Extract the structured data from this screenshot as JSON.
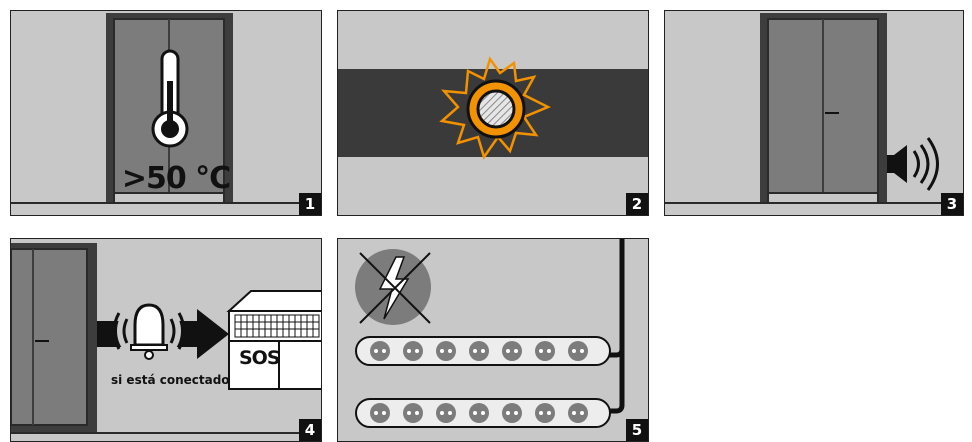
{
  "panels": [
    {
      "number": "1",
      "label": ">50 °C"
    },
    {
      "number": "2"
    },
    {
      "number": "3"
    },
    {
      "number": "4",
      "caption": "si está conectado",
      "sos": "SOS"
    },
    {
      "number": "5"
    }
  ],
  "colors": {
    "panel_bg": "#c8c8c8",
    "cabinet": "#3d3d3d",
    "door": "#7c7c7c",
    "orange": "#f39200",
    "band": "#3a3a3a",
    "outline": "#222222"
  },
  "icons": [
    "thermometer-icon",
    "hot-cable-icon",
    "alarm-speaker-icon",
    "alarm-bell-icon",
    "sos-station-icon",
    "no-lightning-icon",
    "power-strip-icon"
  ]
}
